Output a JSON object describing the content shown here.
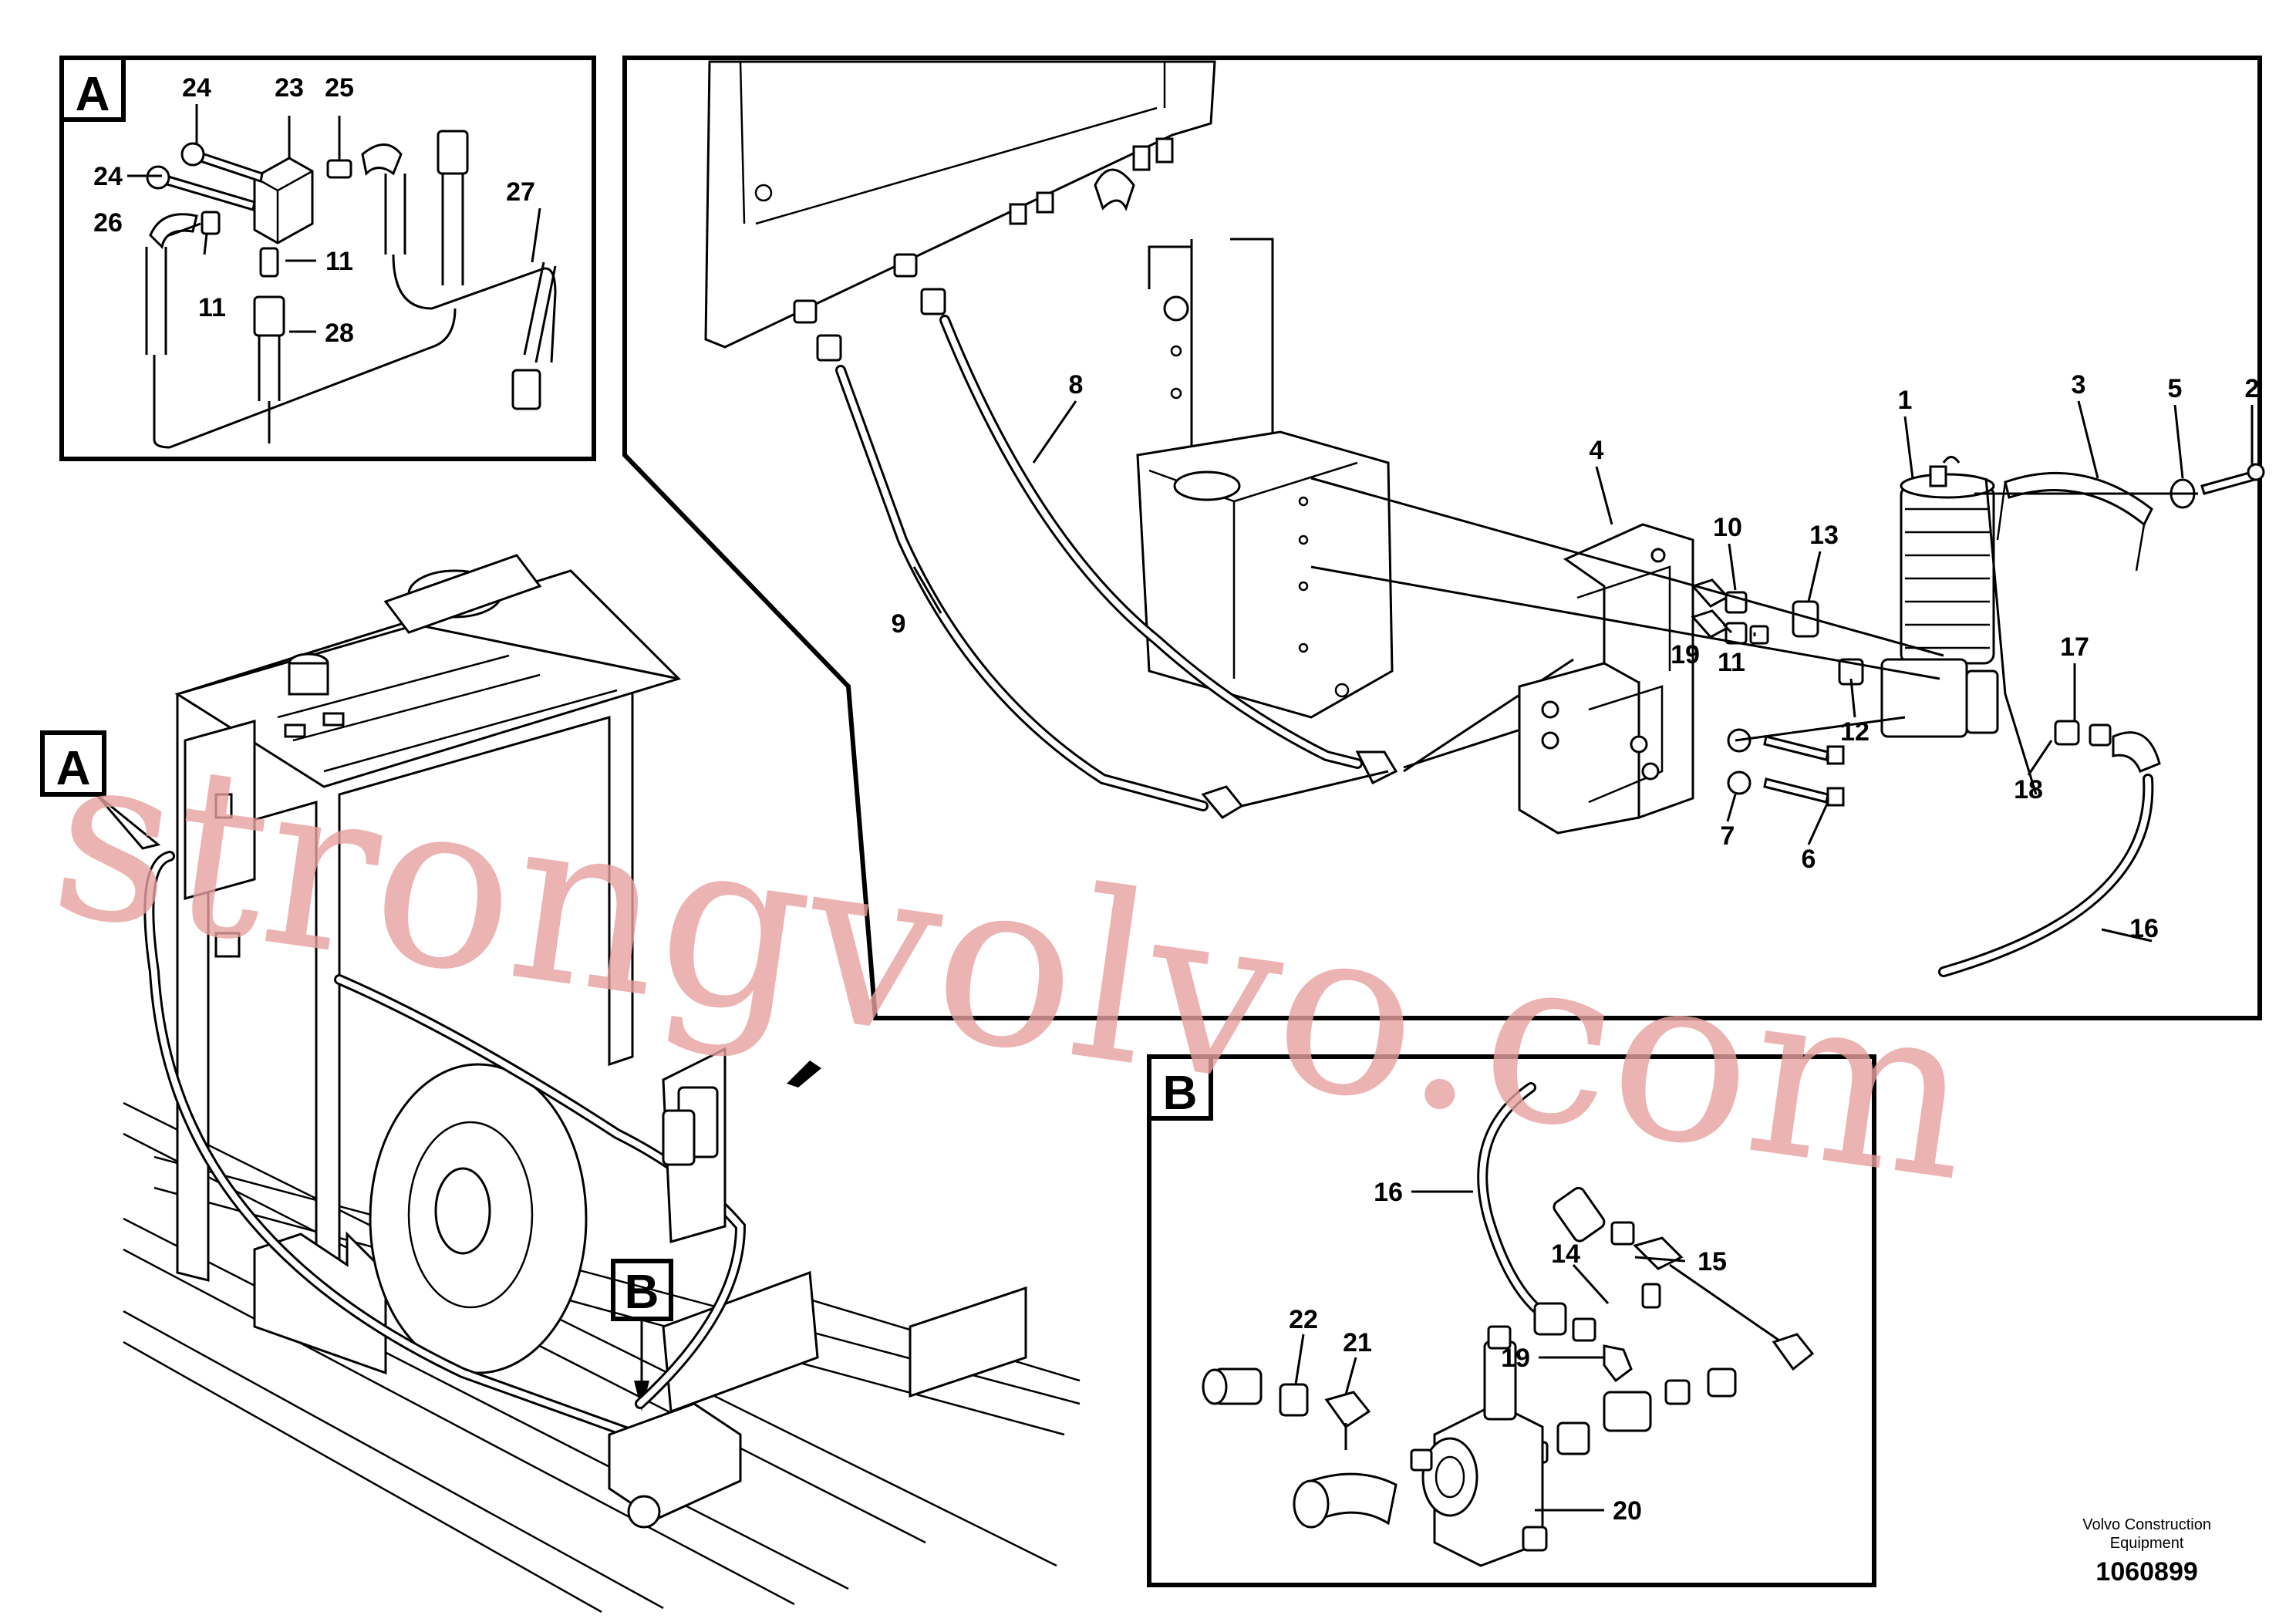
{
  "views": {
    "detail_a": "A",
    "main_a": "A",
    "main_b": "B",
    "detail_b": "B"
  },
  "callouts_a": [
    "24",
    "23",
    "25",
    "24",
    "26",
    "11",
    "11",
    "27",
    "28"
  ],
  "callouts_top": [
    "1",
    "3",
    "5",
    "2",
    "4",
    "8",
    "9",
    "10",
    "13",
    "19",
    "11",
    "12",
    "17",
    "18",
    "7",
    "6",
    "16"
  ],
  "callouts_b": [
    "16",
    "14",
    "15",
    "19",
    "22",
    "21",
    "20"
  ],
  "watermark": "strongvolvo.com",
  "footer": {
    "company_line1": "Volvo Construction",
    "company_line2": "Equipment",
    "drawing_number": "1060899"
  }
}
